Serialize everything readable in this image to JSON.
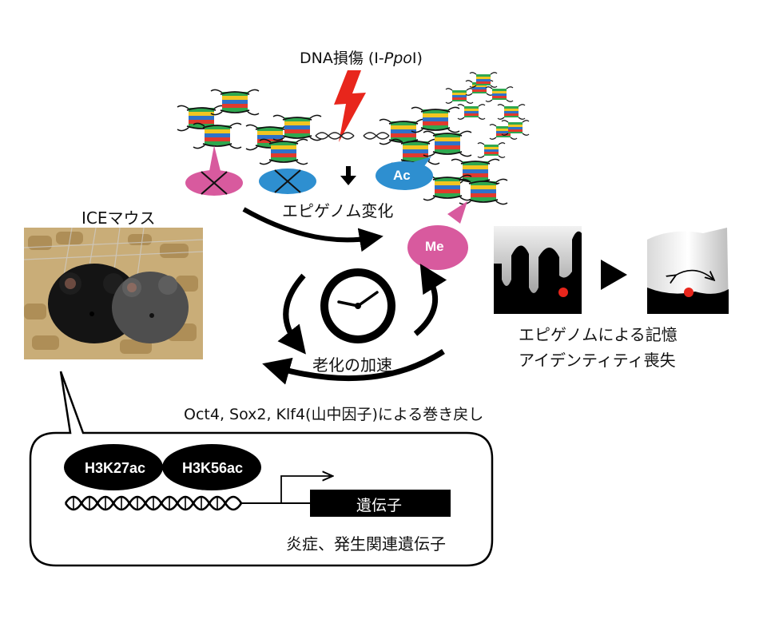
{
  "top_label_prefix": "DNA損傷 (I-",
  "top_label_italic": "Ppo",
  "top_label_suffix": "I)",
  "mouse_title": "ICEマウス",
  "marks": {
    "ac": "Ac",
    "me": "Me"
  },
  "epigenome_change": "エピゲノム変化",
  "aging": "老化の加速",
  "identity_line1": "エピゲノムによる記憶",
  "identity_line2": "アイデンティティ喪失",
  "reprogram": "Oct4, Sox2, Klf4(山中因子)による巻き戻し",
  "h3k27ac": "H3K27ac",
  "h3k56ac": "H3K56ac",
  "gene": "遺伝子",
  "gene_desc": "炎症、発生関連遺伝子",
  "colors": {
    "pink": "#d85a9e",
    "blue": "#2e8fd0",
    "red": "#e8261c",
    "black": "#000000"
  }
}
